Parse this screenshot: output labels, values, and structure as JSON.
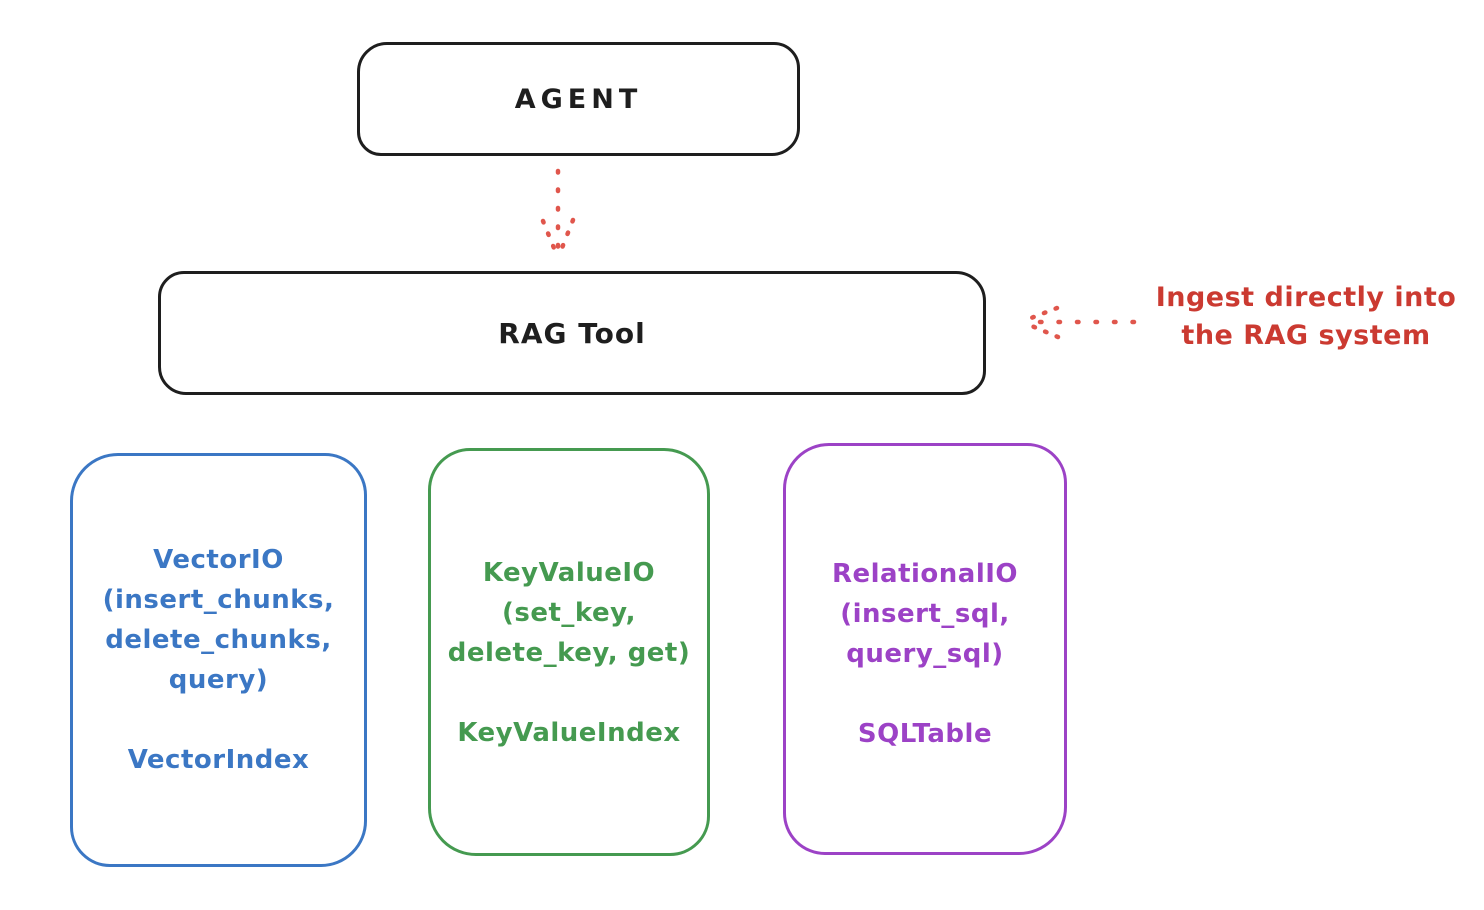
{
  "diagram": {
    "style": "hand-drawn whiteboard sketch",
    "background_color": "#ffffff"
  },
  "colors": {
    "ink": "#1e1e1e",
    "annotation_red": "#cb3a31",
    "arrow_red": "#e0564c",
    "vector_blue": "#3b77c4",
    "keyvalue_green": "#459a50",
    "relational_purple": "#9c42c6"
  },
  "nodes": {
    "agent": {
      "label": "AGENT"
    },
    "rag_tool": {
      "label": "RAG Tool"
    },
    "vector": {
      "lines": [
        "VectorIO",
        "(insert_chunks,",
        "delete_chunks,",
        "query)"
      ],
      "index_label": "VectorIndex",
      "color": "#3b77c4"
    },
    "keyvalue": {
      "lines": [
        "KeyValueIO",
        "(set_key,",
        "delete_key, get)"
      ],
      "index_label": "KeyValueIndex",
      "color": "#459a50"
    },
    "relational": {
      "lines": [
        "RelationalIO",
        "(insert_sql,",
        "query_sql)"
      ],
      "index_label": "SQLTable",
      "color": "#9c42c6"
    }
  },
  "connectors": {
    "agent_to_rag": {
      "style": "dotted",
      "direction": "down",
      "color": "#e0564c"
    },
    "annotation_to_rag": {
      "style": "dotted",
      "direction": "left",
      "color": "#e0564c"
    }
  },
  "annotation": {
    "lines": [
      "Ingest directly into",
      "the RAG system"
    ]
  }
}
